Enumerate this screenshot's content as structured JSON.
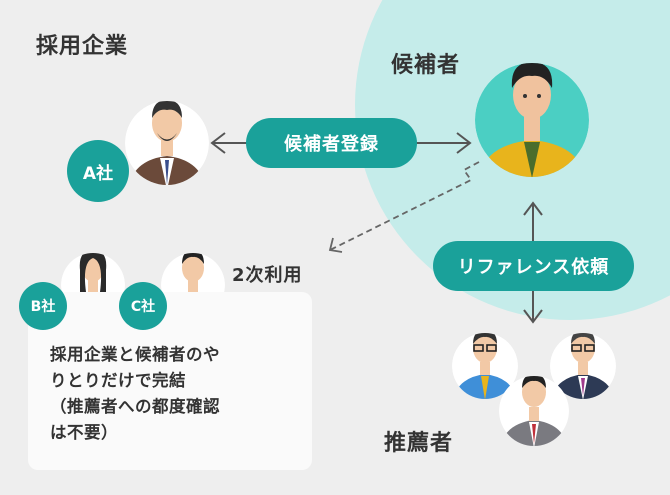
{
  "labels": {
    "company_group": "採用企業",
    "candidate": "候補者",
    "recommender": "推薦者",
    "secondary_use": "2次利用"
  },
  "pills": {
    "registration": "候補者登録",
    "reference_request": "リファレンス依頼"
  },
  "badges": {
    "company_a": "A社",
    "company_b": "B社",
    "company_c": "C社"
  },
  "note_lines": [
    "採用企業と候補者のや",
    "りとりだけで完結",
    "（推薦者への都度確認",
    "は不要）"
  ],
  "colors": {
    "accent": "#1aa19a",
    "candidate_area": "#c5ecea",
    "background": "#eeeeee"
  },
  "icons": [
    "person-avatar-icon",
    "arrow-icon",
    "dashed-arrow-icon"
  ]
}
